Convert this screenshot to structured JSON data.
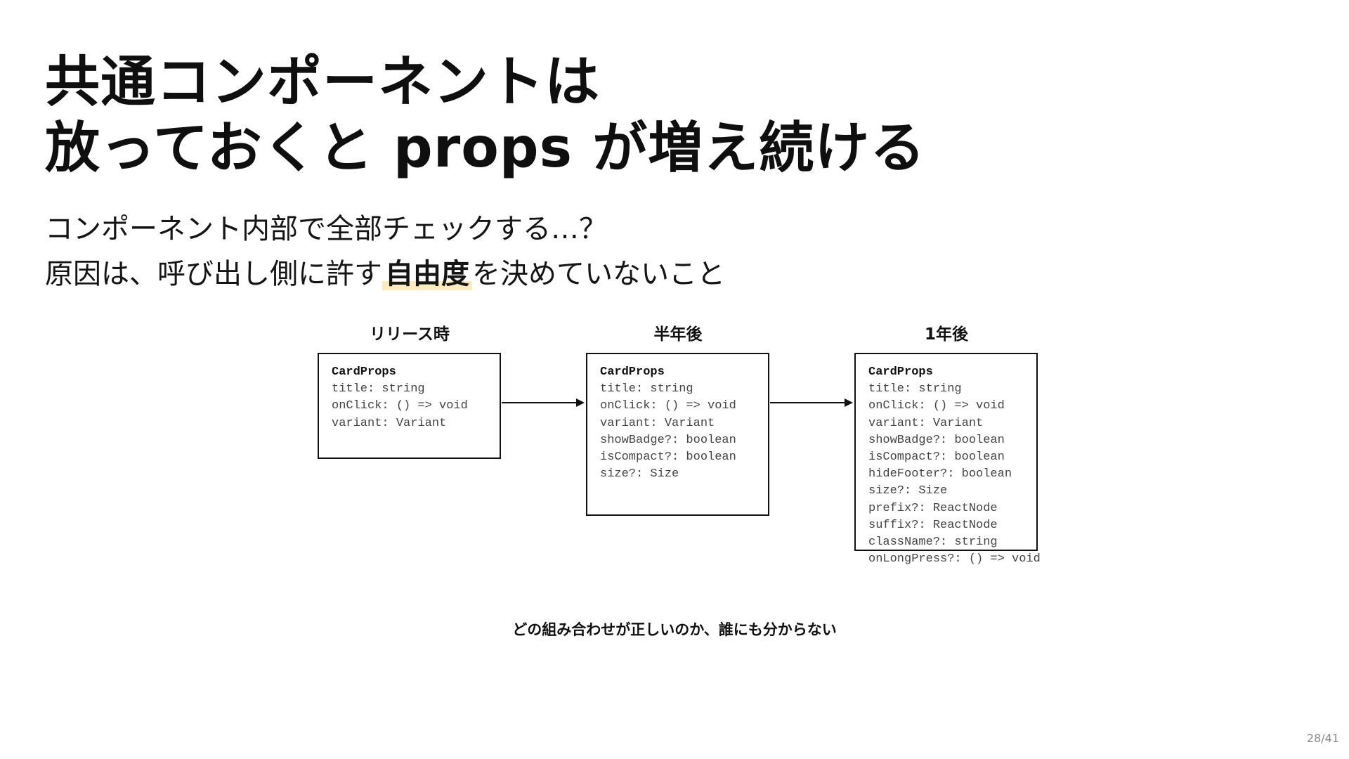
{
  "title": {
    "line1": "共通コンポーネントは",
    "line2": "放っておくと props が増え続ける"
  },
  "subtitle": {
    "line1": "コンポーネント内部で全部チェックする…？",
    "line2_before": "原因は、呼び出し側に許す",
    "line2_highlight": "自由度",
    "line2_after": "を決めていないこと"
  },
  "diagram": {
    "columns": [
      {
        "label": "リリース時",
        "header": "CardProps",
        "props": [
          "title: string",
          "onClick: () => void",
          "variant: Variant"
        ]
      },
      {
        "label": "半年後",
        "header": "CardProps",
        "props": [
          "title: string",
          "onClick: () => void",
          "variant: Variant",
          "showBadge?: boolean",
          "isCompact?: boolean",
          "size?: Size"
        ]
      },
      {
        "label": "1年後",
        "header": "CardProps",
        "props": [
          "title: string",
          "onClick: () => void",
          "variant: Variant",
          "showBadge?: boolean",
          "isCompact?: boolean",
          "hideFooter?: boolean",
          "size?: Size",
          "prefix?: ReactNode",
          "suffix?: ReactNode",
          "className?: string",
          "onLongPress?: () => void"
        ]
      }
    ],
    "caption": "どの組み合わせが正しいのか、誰にも分からない"
  },
  "page": {
    "current": "28",
    "total": "41",
    "separator": "/"
  }
}
